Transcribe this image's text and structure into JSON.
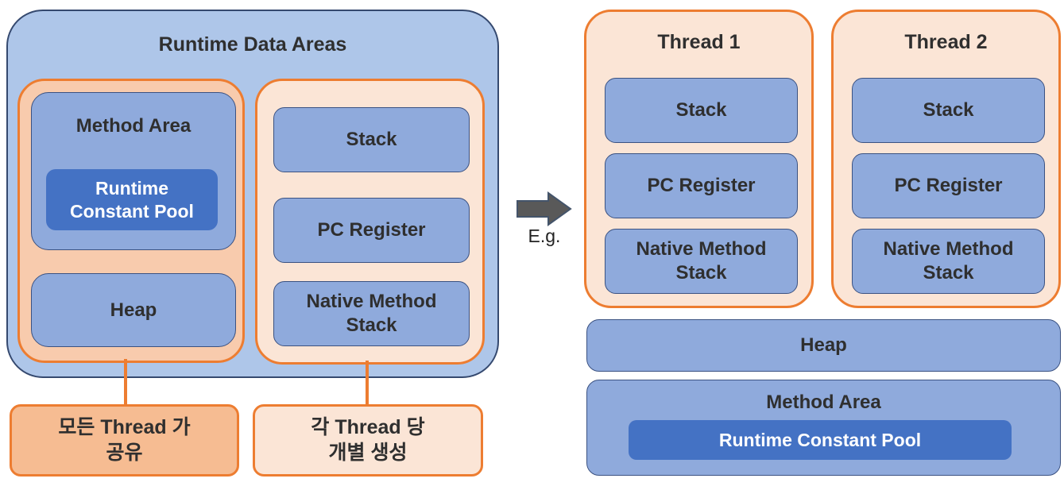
{
  "theme": {
    "outer_fill": "#AEC6E9",
    "outer_border": "#35496F",
    "box_blue": "#8FAADC",
    "box_border": "#3B5282",
    "dark_blue": "#4472C4",
    "orange": "#ED7D31",
    "peach_mid": "#F8CBAD",
    "peach_deep": "#F6BC92",
    "peach_light": "#FBE5D6",
    "arrow_gray": "#595959",
    "arrow_border": "#44546A",
    "text_dark": "#2F2F2F",
    "text_white": "#FFFFFF"
  },
  "left_panel": {
    "title": "Runtime Data Areas",
    "method_area_label": "Method Area",
    "runtime_constant_pool_label": "Runtime\nConstant Pool",
    "heap_label": "Heap",
    "stack_label": "Stack",
    "pc_register_label": "PC Register",
    "native_method_stack_label": "Native Method\nStack",
    "callout_shared": "모든 Thread 가\n공유",
    "callout_per_thread": "각 Thread 당\n개별 생성"
  },
  "middle": {
    "eg_label": "E.g.",
    "arrow_icon": "right-arrow"
  },
  "right_panel": {
    "threads": [
      {
        "title": "Thread 1",
        "boxes": [
          "Stack",
          "PC Register",
          "Native Method\nStack"
        ]
      },
      {
        "title": "Thread 2",
        "boxes": [
          "Stack",
          "PC Register",
          "Native Method\nStack"
        ]
      }
    ],
    "heap_label": "Heap",
    "method_area_label": "Method Area",
    "runtime_constant_pool_label": "Runtime Constant Pool"
  }
}
